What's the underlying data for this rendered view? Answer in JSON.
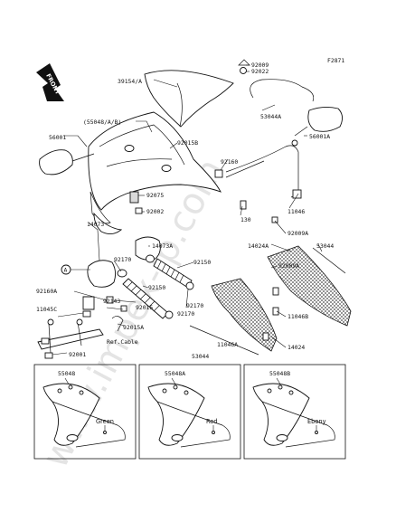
{
  "diagram_code": "F2871",
  "front_label": "FRONT",
  "watermark": "www.impex-jp.com",
  "ref_marker": "A",
  "callouts": {
    "c39154": "39154/A",
    "c92009_top": "92009",
    "c92022": "92022",
    "c55048ab": "(55048/A/B)",
    "c53044a": "53044A",
    "c56001": "56001",
    "c56001a": "56001A",
    "c92015b": "92015B",
    "c92160": "92160",
    "c92075": "92075",
    "c92002": "92002",
    "c130": "130",
    "c11046": "11046",
    "c92009a": "92009A",
    "c14073": "14073",
    "c14073a": "14073A",
    "c92170_a": "92170",
    "c92150_a": "92150",
    "c92009a_b": "92009A",
    "c14024a": "14024A",
    "c53044": "53044",
    "c92160a": "92160A",
    "c92150_b": "92150",
    "c92143": "92143",
    "c92015": "92015",
    "c92170_b": "92170",
    "c92170_c": "92170",
    "c11046b": "11046B",
    "c11045c": "11045C",
    "c92015a": "92015A",
    "c_refcable": "Ref.Cable",
    "c92001": "92001",
    "c11046a": "11046A",
    "c53044_b": "53044",
    "c14024": "14024"
  },
  "variants": [
    {
      "part": "55048",
      "color": "Green"
    },
    {
      "part": "55048A",
      "color": "Red"
    },
    {
      "part": "55048B",
      "color": "Ebony"
    }
  ]
}
